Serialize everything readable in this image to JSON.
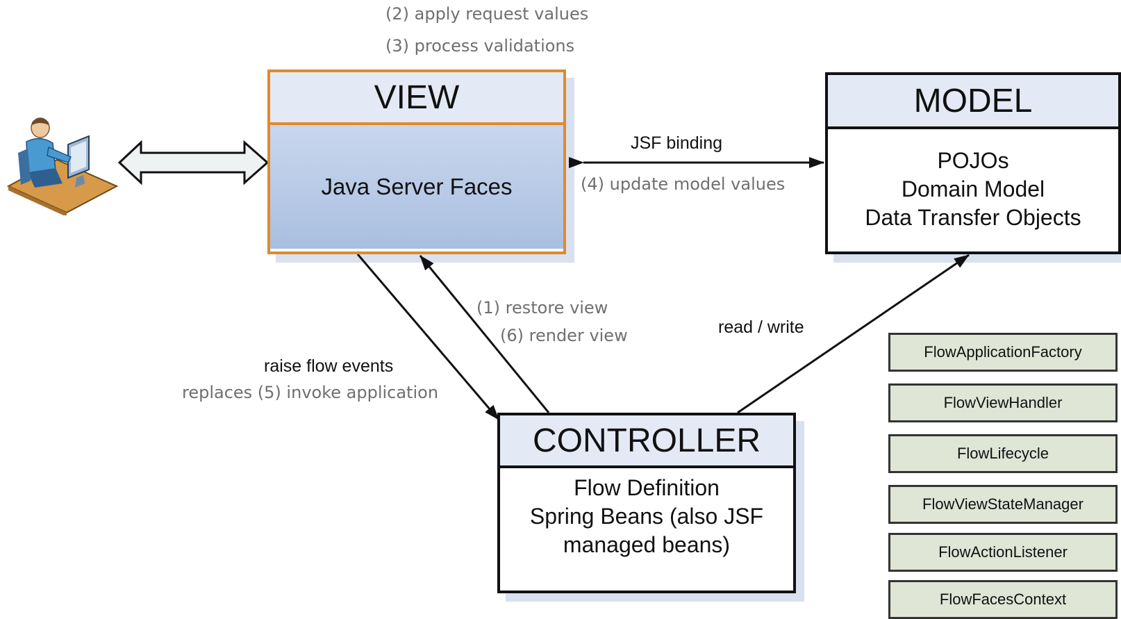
{
  "phase_notes": {
    "apply_request": "(2) apply request values",
    "process_validations": "(3) process validations",
    "update_model": "(4) update model values",
    "restore_view": "(1) restore view",
    "render_view": "(6) render view",
    "invoke_application": "replaces (5) invoke application"
  },
  "labels": {
    "jsf_binding": "JSF binding",
    "read_write": "read / write",
    "raise_flow_events": "raise flow events"
  },
  "view": {
    "title": "VIEW",
    "body": "Java Server Faces"
  },
  "model": {
    "title": "MODEL",
    "lines": [
      "POJOs",
      "Domain Model",
      "Data Transfer Objects"
    ]
  },
  "controller": {
    "title": "CONTROLLER",
    "lines": [
      "Flow Definition",
      "Spring Beans (also JSF",
      "managed beans)"
    ]
  },
  "components": [
    "FlowApplicationFactory",
    "FlowViewHandler",
    "FlowLifecycle",
    "FlowViewStateManager",
    "FlowActionListener",
    "FlowFacesContext"
  ],
  "colors": {
    "view_border": "#e08a2b",
    "view_fill": "#a9bfe0",
    "header_fill": "#e4eaf5",
    "component_fill": "#dfe6d6",
    "note_text": "#6f6f6f"
  },
  "icons": {
    "user": "user-at-computer-icon"
  }
}
